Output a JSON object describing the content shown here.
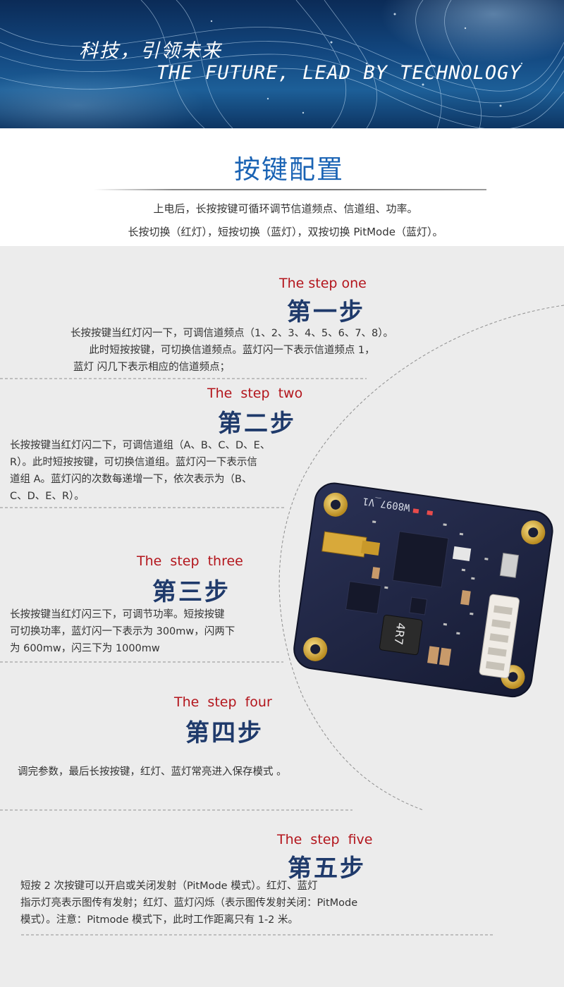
{
  "banner": {
    "slogan_cn": "科技，引领未来",
    "slogan_en": "THE FUTURE, LEAD BY TECHNOLOGY"
  },
  "section": {
    "title": "按键配置",
    "intro_line1": "上电后，长按按键可循环调节信道频点、信道组、功率。",
    "intro_line2": "长按切换（红灯），短按切换（蓝灯），双按切换 PitMode（蓝灯）。"
  },
  "steps": [
    {
      "en": "The step one",
      "cn": "第一步",
      "lines": [
        "长按按键当红灯闪一下，可调信道频点（1、2、3、4、5、6、7、8）。",
        "此时短按按键，可切换信道频点。蓝灯闪一下表示信道频点 1，",
        "蓝灯 闪几下表示相应的信道频点；"
      ]
    },
    {
      "en": "The  step  two",
      "cn": "第二步",
      "lines": [
        "长按按键当红灯闪二下，可调信道组（A、B、C、D、E、",
        "R）。此时短按按键，可切换信道组。蓝灯闪一下表示信",
        "道组 A。蓝灯闪的次数每递增一下，依次表示为（B、",
        "C、D、E、R）。"
      ]
    },
    {
      "en": "The  step  three",
      "cn": "第三步",
      "lines": [
        "长按按键当红灯闪三下，可调节功率。短按按键",
        "可切换功率，蓝灯闪一下表示为 300mw，闪两下",
        "为 600mw，闪三下为 1000mw"
      ]
    },
    {
      "en": "The  step  four",
      "cn": "第四步",
      "lines": [
        "调完参数，最后长按按键，红灯、蓝灯常亮进入保存模式 。"
      ]
    },
    {
      "en": "The  step  five",
      "cn": "第五步",
      "lines": [
        "短按 2 次按键可以开启或关闭发射（PitMode 模式）。红灯、蓝灯",
        "指示灯亮表示图传有发射；红灯、蓝灯闪烁（表示图传发射关闭：PitMode",
        "模式）。注意：Pitmode 模式下，此时工作距离只有 1-2 米。"
      ]
    }
  ],
  "board": {
    "silk_model": "W8097_V1",
    "inductor_mark": "4R7"
  },
  "colors": {
    "title_blue": "#1a63b4",
    "step_red": "#b3151c",
    "step_navy": "#1f3a6b",
    "pcb_navy": "#1d2340"
  }
}
